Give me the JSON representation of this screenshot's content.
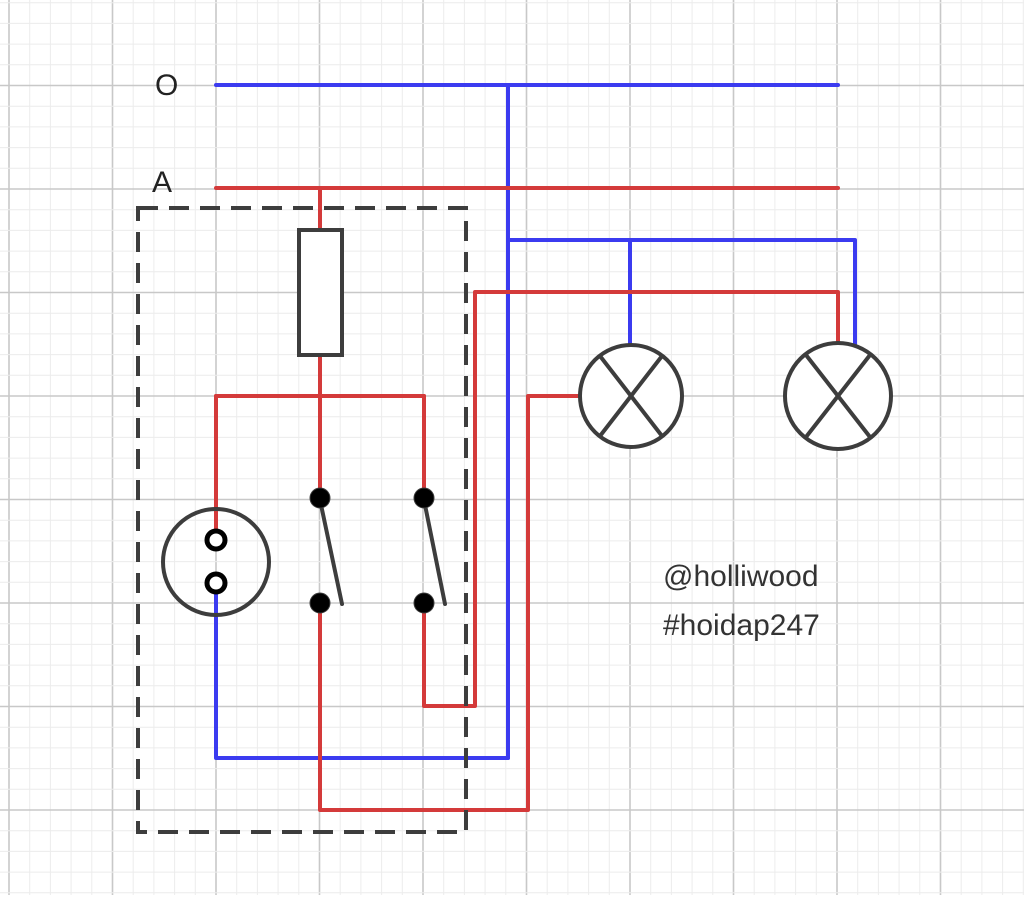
{
  "diagram": {
    "line_labels": {
      "neutral": "O",
      "phase": "A"
    },
    "watermark": {
      "handle": "@holliwood",
      "hashtag": "#hoidap247"
    },
    "colors": {
      "neutral_wire": "#3b3bf0",
      "phase_wire": "#d43a3a",
      "component": "#3d3d3d",
      "grid_major": "#c8c8c8",
      "grid_minor": "#ececec"
    },
    "components": [
      "fuse-icon",
      "socket-icon",
      "switch-icon",
      "switch-icon",
      "lamp-icon",
      "lamp-icon"
    ]
  }
}
